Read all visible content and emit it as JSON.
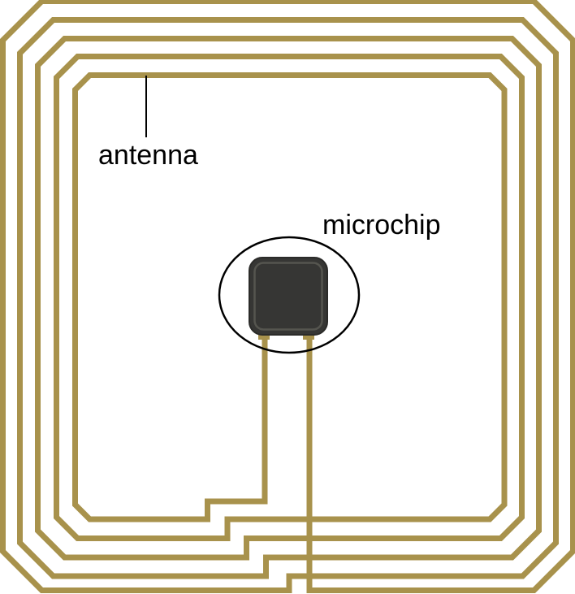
{
  "diagram": {
    "kind": "rfid-tag-schematic",
    "labels": {
      "antenna": "antenna",
      "microchip": "microchip"
    },
    "coil_turns": 5
  },
  "colors": {
    "coil_gold": "#A8924C",
    "chip_body": "#363634",
    "chip_rim": "#55554F",
    "chip_edge": "#2B2B29",
    "ink": "#000000",
    "background": "#FFFFFF"
  }
}
